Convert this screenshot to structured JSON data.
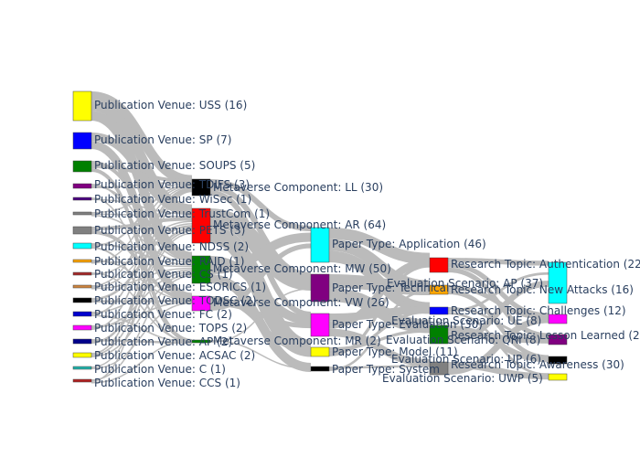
{
  "chart_data": {
    "type": "sankey",
    "stages": [
      {
        "name": "Publication Venue",
        "nodes": [
          {
            "label": "Publication Venue: USS (16)",
            "value": 16,
            "color": "#ffff00"
          },
          {
            "label": "Publication Venue: SP (7)",
            "value": 7,
            "color": "#0000ff"
          },
          {
            "label": "Publication Venue: SOUPS (5)",
            "value": 5,
            "color": "#008000"
          },
          {
            "label": "Publication Venue: TDIFS (3)",
            "value": 3,
            "color": "#800080"
          },
          {
            "label": "Publication Venue: WiSec (1)",
            "value": 1,
            "color": "#4b0082"
          },
          {
            "label": "Publication Venue: TrustCom (1)",
            "value": 1,
            "color": "#808080"
          },
          {
            "label": "Publication Venue: PETS (3)",
            "value": 3,
            "color": "#808080"
          },
          {
            "label": "Publication Venue: NDSS (2)",
            "value": 2,
            "color": "#00ffff"
          },
          {
            "label": "Publication Venue: RAID (1)",
            "value": 1,
            "color": "#ffa500"
          },
          {
            "label": "Publication Venue: CS (1)",
            "value": 1,
            "color": "#a52a2a"
          },
          {
            "label": "Publication Venue: ESORICS (1)",
            "value": 1,
            "color": "#cd853f"
          },
          {
            "label": "Publication Venue: TODSC (2)",
            "value": 2,
            "color": "#000000"
          },
          {
            "label": "Publication Venue: FC (2)",
            "value": 2,
            "color": "#0000cd"
          },
          {
            "label": "Publication Venue: TOPS (2)",
            "value": 2,
            "color": "#ff00ff"
          },
          {
            "label": "Publication Venue: AP (2)",
            "value": 2,
            "color": "#00008b"
          },
          {
            "label": "Publication Venue: ACSAC (2)",
            "value": 2,
            "color": "#ffff00"
          },
          {
            "label": "Publication Venue: C (1)",
            "value": 1,
            "color": "#20b2aa"
          },
          {
            "label": "Publication Venue: CCS (1)",
            "value": 1,
            "color": "#b22222"
          }
        ]
      },
      {
        "name": "Metaverse Component",
        "nodes": [
          {
            "label": "Metaverse Component: LL (30)",
            "value": 30,
            "color": "#000000"
          },
          {
            "label": "Metaverse Component: AR (64)",
            "value": 64,
            "color": "#ff0000"
          },
          {
            "label": "Metaverse Component: MW (50)",
            "value": 50,
            "color": "#008000"
          },
          {
            "label": "Metaverse Component: VW (26)",
            "value": 26,
            "color": "#ff00ff"
          },
          {
            "label": "Metaverse Component: MR (2)",
            "value": 2,
            "color": "#008000"
          }
        ]
      },
      {
        "name": "Paper Type",
        "nodes": [
          {
            "label": "Paper Type: Application (46)",
            "value": 46,
            "color": "#00ffff"
          },
          {
            "label": "Paper Type: Technical",
            "value": 37,
            "color": "#800080"
          },
          {
            "label": "Paper Type: Evaluation (30)",
            "value": 30,
            "color": "#ff00ff"
          },
          {
            "label": "Paper Type: Model (11)",
            "value": 11,
            "color": "#ffff00"
          },
          {
            "label": "Paper Type: System",
            "value": 5,
            "color": "#000000"
          }
        ]
      },
      {
        "name": "Evaluation Scenario",
        "nodes": [
          {
            "label": "Evaluation Scenario: AP (37)",
            "value": 37,
            "color": "#ff0000"
          },
          {
            "label": "Evaluation Scenario: UE (8)",
            "value": 8,
            "color": "#ffa500"
          },
          {
            "label": "Evaluation Scenario: QRI (8)",
            "value": 8,
            "color": "#0000ff"
          },
          {
            "label": "Evaluation Scenario: UP (6)",
            "value": 6,
            "color": "#008000"
          },
          {
            "label": "Evaluation Scenario: UWP (5)",
            "value": 5,
            "color": "#808080"
          }
        ]
      },
      {
        "name": "Research Topic",
        "nodes": [
          {
            "label": "Research Topic: Authentication (22",
            "value": 22,
            "color": "#00ffff"
          },
          {
            "label": "Research Topic: New Attacks (16)",
            "value": 16,
            "color": "#ff00ff"
          },
          {
            "label": "Research Topic: Challenges (12)",
            "value": 12,
            "color": "#800080"
          },
          {
            "label": "Research Topic: Lesson Learned (2",
            "value": 2,
            "color": "#000000"
          },
          {
            "label": "Research Topic: Awareness (30)",
            "value": 30,
            "color": "#ffff00"
          }
        ]
      }
    ]
  }
}
